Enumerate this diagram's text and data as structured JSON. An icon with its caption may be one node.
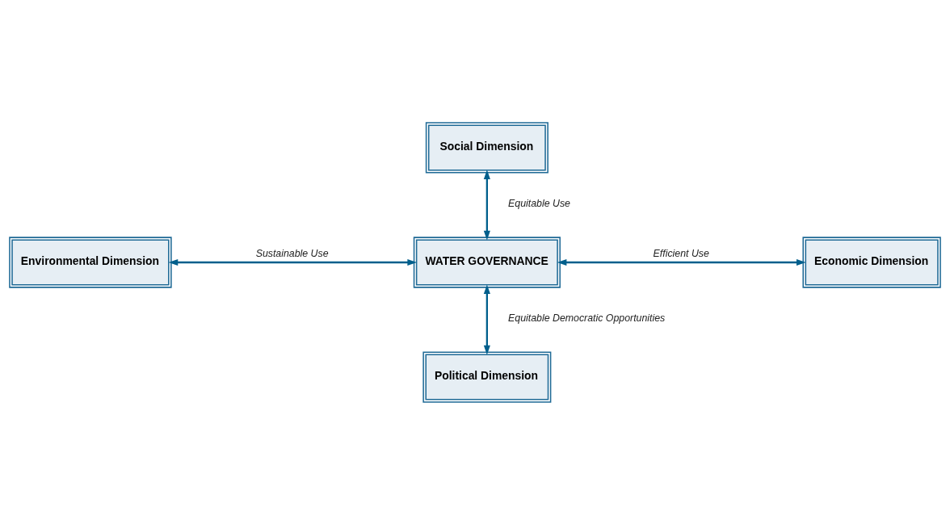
{
  "diagram": {
    "nodes": [
      {
        "text": [
          "Social Dimension"
        ]
      },
      {
        "text": [
          "Environmental Dimension"
        ]
      },
      {
        "text": [
          "WATER GOVERNANCE"
        ]
      },
      {
        "text": [
          "Economic Dimension"
        ]
      },
      {
        "text": [
          "Political Dimension"
        ]
      }
    ],
    "edges": [
      {
        "from": 2,
        "to": 0,
        "arrow": "both",
        "label": "Equitable Use"
      },
      {
        "from": 1,
        "to": 2,
        "arrow": "both",
        "label": "Sustainable Use"
      },
      {
        "from": 2,
        "to": 3,
        "arrow": "both",
        "label": "Efficient Use"
      },
      {
        "from": 2,
        "to": 4,
        "arrow": "both",
        "label": "Equitable Democratic Opportunities"
      }
    ]
  }
}
